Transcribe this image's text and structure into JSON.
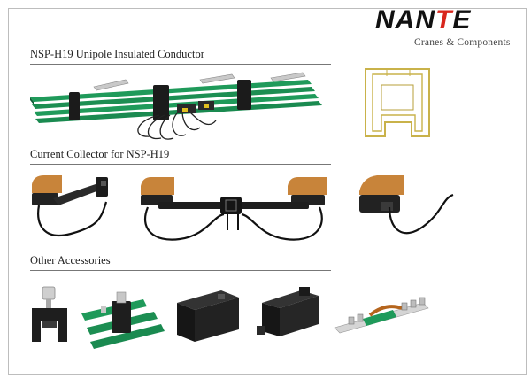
{
  "brand": {
    "name_part1": "NAN",
    "name_accent": "T",
    "name_part2": "E",
    "tagline": "Cranes & Components",
    "accent_color": "#d8261c"
  },
  "sections": [
    {
      "title": "NSP-H19 Unipole Insulated Conductor"
    },
    {
      "title": "Current Collector for NSP-H19"
    },
    {
      "title": "Other Accessories"
    }
  ],
  "colors": {
    "conductor_green": "#1f9a5a",
    "collector_brush": "#c8843a",
    "housing_black": "#222222",
    "profile_outline": "#c9b24a"
  }
}
